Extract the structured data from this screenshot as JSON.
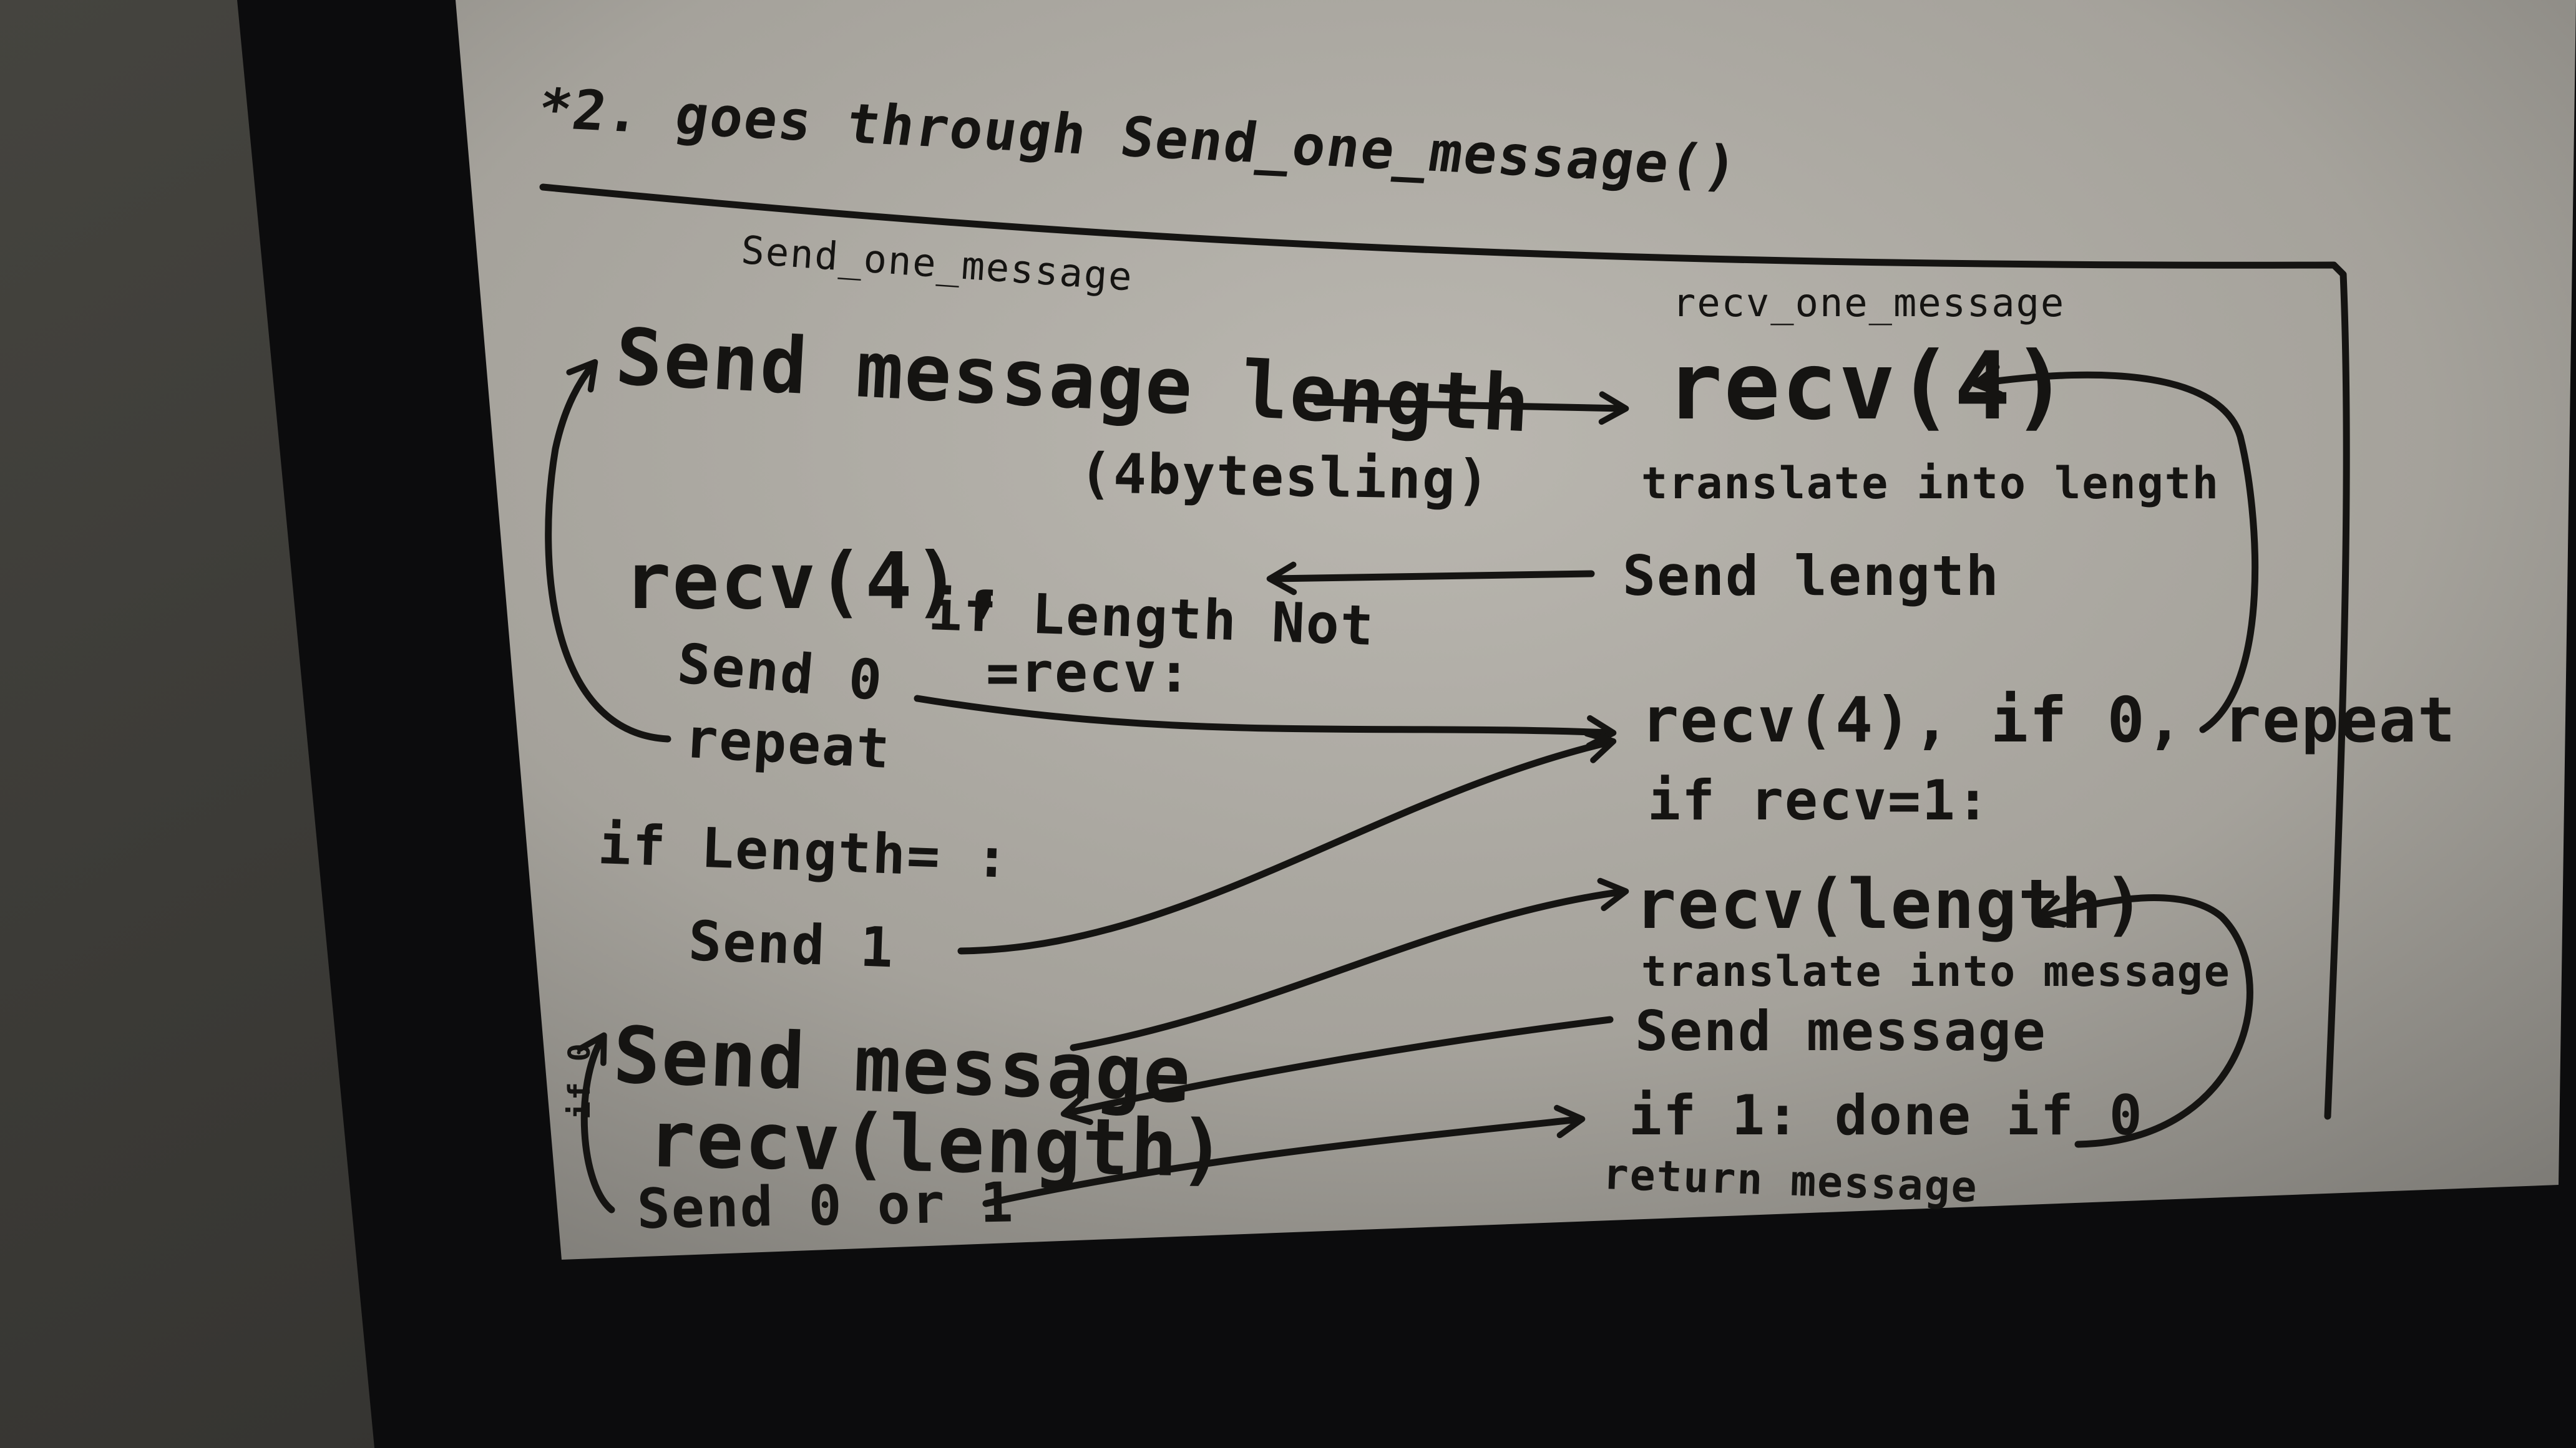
{
  "title": "*2. goes through Send_one_message()",
  "columns": {
    "left": "Send_one_message",
    "right": "recv_one_message"
  },
  "left_steps": {
    "send_length": "Send message length",
    "bytes_note": "(4bytesling)",
    "recv4": "recv(4),",
    "if_not": "if Length Not",
    "eq_recv": "=recv:",
    "send0": "Send 0",
    "repeat": "repeat",
    "if_length": "if Length= :",
    "send1": "Send 1",
    "send_message": "Send message",
    "recv_length": "recv(length)",
    "send0or1": "Send 0 or 1",
    "loop_mark": "if 0"
  },
  "right_steps": {
    "recv4": "recv(4)",
    "translate_length": "translate into length",
    "send_length": "Send length",
    "recv4_repeat": "recv(4), if 0, repeat",
    "if_recv1": "if recv=1:",
    "recv_length": "recv(length)",
    "translate_message": "translate into message",
    "send_message": "Send message",
    "done": "if 1: done if 0",
    "return_message": "return message"
  },
  "colors": {
    "wall": "#3b3a37",
    "frame": "#0c0c0d",
    "board": "#a9a69f",
    "ink": "#151412"
  }
}
